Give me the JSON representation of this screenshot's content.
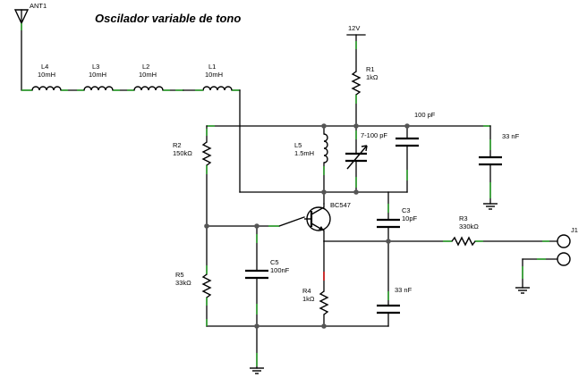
{
  "title": "Oscilador variable de tono",
  "antenna": {
    "name": "ANT1",
    "icon": "antenna-icon"
  },
  "supply": {
    "label": "12V"
  },
  "inductors": [
    {
      "ref": "L4",
      "value": "10mH"
    },
    {
      "ref": "L3",
      "value": "10mH"
    },
    {
      "ref": "L2",
      "value": "10mH"
    },
    {
      "ref": "L1",
      "value": "10mH"
    },
    {
      "ref": "L5",
      "value": "1.5mH"
    }
  ],
  "resistors": [
    {
      "ref": "R1",
      "value": "1kΩ"
    },
    {
      "ref": "R2",
      "value": "150kΩ"
    },
    {
      "ref": "R5",
      "value": "33kΩ"
    },
    {
      "ref": "R4",
      "value": "1kΩ"
    },
    {
      "ref": "R3",
      "value": "330kΩ"
    }
  ],
  "capacitors": {
    "c_top": {
      "value": "100 pF"
    },
    "c_var": {
      "value": "7-100 pF"
    },
    "c_right": {
      "value": "33 nF"
    },
    "c3": {
      "ref": "C3",
      "value": "10pF"
    },
    "c5": {
      "ref": "C5",
      "value": "100nF"
    },
    "c_bottom": {
      "value": "33 nF"
    }
  },
  "transistor": {
    "ref": "BC547",
    "icon": "npn-transistor-icon"
  },
  "jack": {
    "ref": "J1",
    "icon": "jack-connector-icon"
  },
  "icons": [
    "antenna-icon",
    "ground-icon",
    "inductor-icon",
    "resistor-icon",
    "capacitor-icon",
    "variable-capacitor-icon",
    "npn-transistor-icon",
    "jack-connector-icon"
  ],
  "colors": {
    "wire": "#000000",
    "pin_green": "#2aa02a",
    "pin_red": "#d01010",
    "junction": "#555555"
  }
}
